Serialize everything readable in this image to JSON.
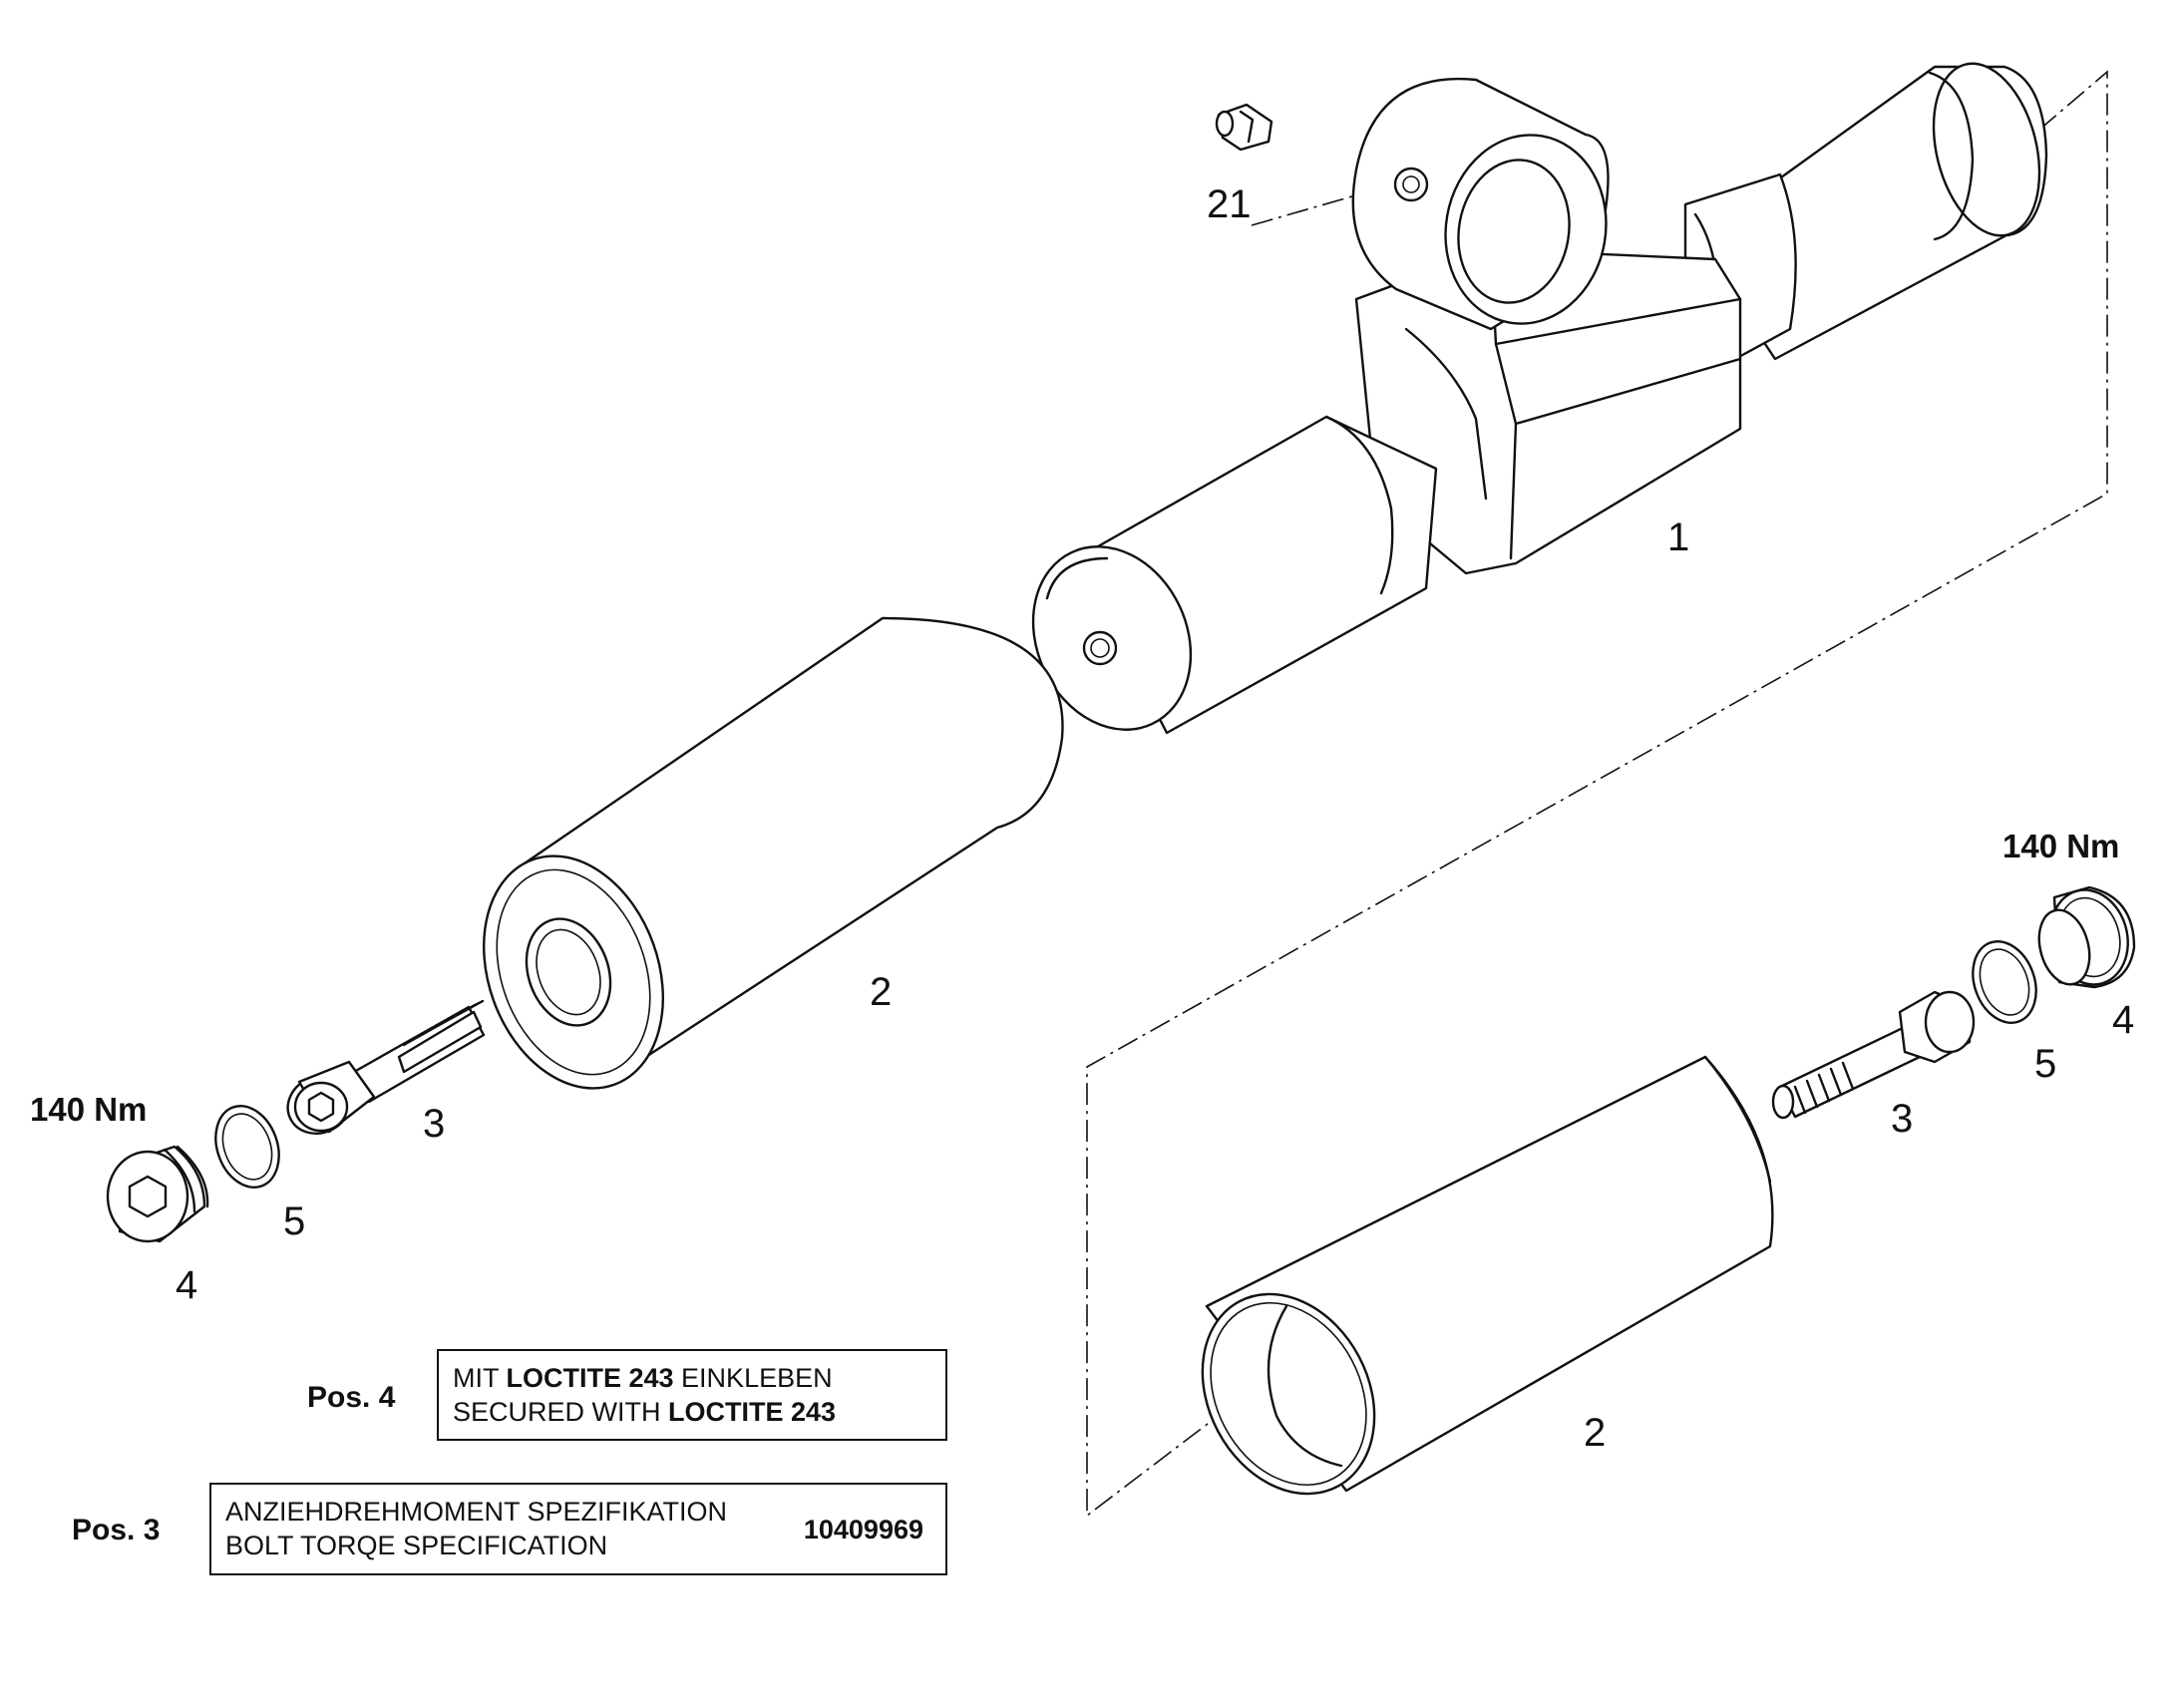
{
  "callouts": {
    "part_1": "1",
    "part_2_upper": "2",
    "part_2_lower": "2",
    "part_3_left": "3",
    "part_3_right": "3",
    "part_4_left": "4",
    "part_4_right": "4",
    "part_5_left": "5",
    "part_5_right": "5",
    "part_21": "21"
  },
  "torque": {
    "left": "140 Nm",
    "right": "140 Nm"
  },
  "notes": {
    "pos4": {
      "label": "Pos. 4",
      "line1_pre": "MIT ",
      "line1_bold": "LOCTITE 243",
      "line1_post": " EINKLEBEN",
      "line2_pre": "SECURED WITH ",
      "line2_bold": "LOCTITE 243"
    },
    "pos3": {
      "label": "Pos. 3",
      "line1": "ANZIEHDREHMOMENT SPEZIFIKATION",
      "line2": "BOLT TORQE SPECIFICATION",
      "code": "10409969"
    }
  }
}
